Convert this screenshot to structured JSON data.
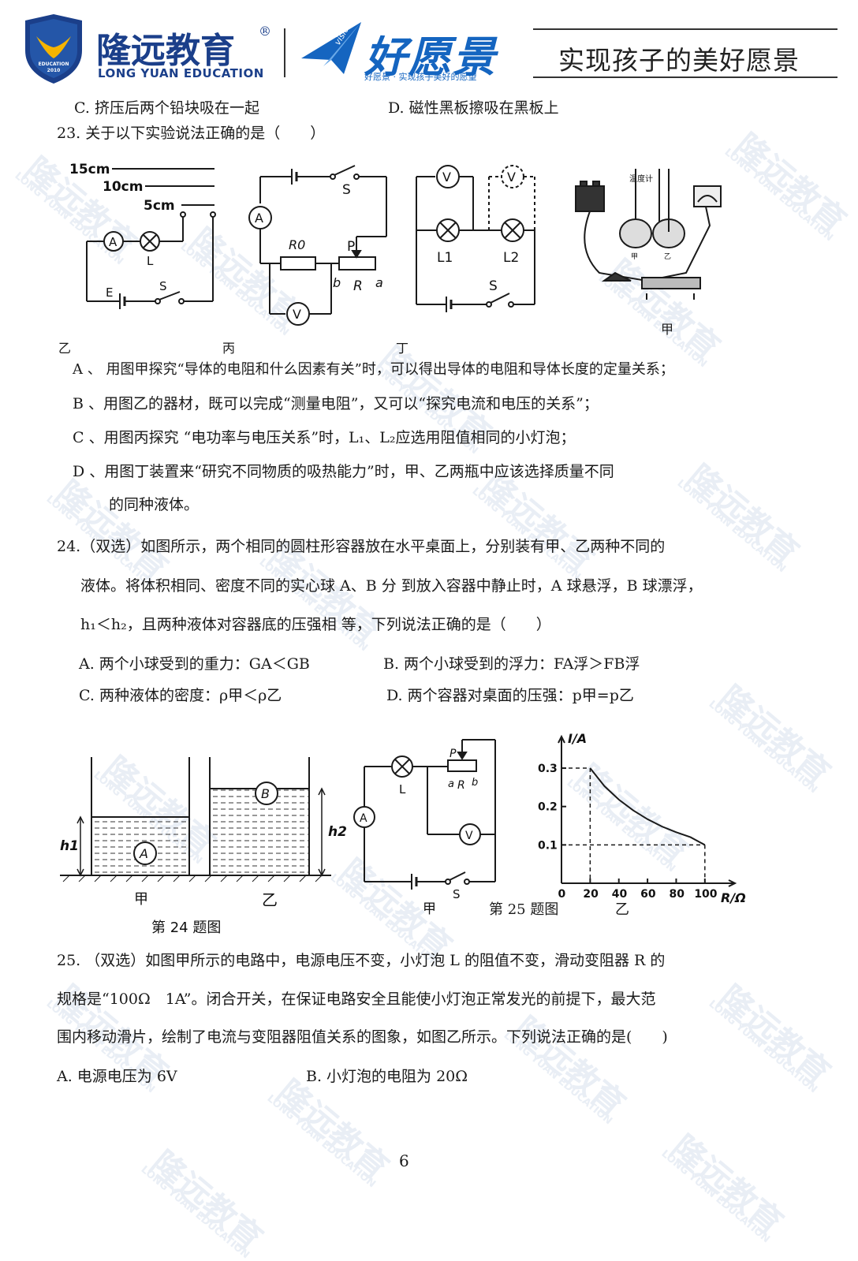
{
  "header": {
    "logo_badge_line1": "EDUCATION",
    "logo_badge_line2": "2010",
    "org_name_cn": "隆远教育",
    "registered_mark": "®",
    "org_name_en": "LONG YUAN EDUCATION",
    "brand_en": "vision",
    "brand_cn": "好愿景",
    "brand_tagline": "好愿景 · 实现孩子美好的愿望",
    "slogan": "实现孩子的美好愿景"
  },
  "q22_tail": {
    "option_c": "C. 挤压后两个铅块吸在一起",
    "option_d": "D. 磁性黑板擦吸在黑板上"
  },
  "q23": {
    "stem": "23. 关于以下实验说法正确的是（　　）",
    "fig_labels": {
      "len15": "15cm",
      "len10": "10cm",
      "len5": "5cm",
      "ammeter": "A",
      "lamp": "L",
      "battery": "E",
      "switch": "S",
      "r0": "R0",
      "p": "P",
      "b": "b",
      "r": "R",
      "a": "a",
      "voltmeter": "V",
      "l1": "L1",
      "l2": "L2",
      "thermometer": "温度计",
      "jia": "甲",
      "yi": "乙"
    },
    "captions": [
      "乙",
      "丙",
      "丁",
      "甲"
    ],
    "options": [
      "A 、 用图甲探究“导体的电阻和什么因素有关”时，可以得出导体的电阻和导体长度的定量关系；",
      "B 、用图乙的器材，既可以完成“测量电阻”，又可以“探究电流和电压的关系”；",
      "C 、用图丙探究 “电功率与电压关系”时，L₁、L₂应选用阻值相同的小灯泡；",
      "D 、用图丁装置来“研究不同物质的吸热能力”时，甲、乙两瓶中应该选择质量不同",
      "的同种液体。"
    ]
  },
  "q24": {
    "stem_lines": [
      "24.（双选）如图所示，两个相同的圆柱形容器放在水平桌面上，分别装有甲、乙两种不同的",
      "液体。将体积相同、密度不同的实心球 A、B 分 到放入容器中静止时，A 球悬浮，B 球漂浮，",
      "h₁＜h₂，且两种液体对容器底的压强相 等，下列说法正确的是（　　）"
    ],
    "options": [
      "A. 两个小球受到的重力：GA＜GB",
      "B. 两个小球受到的浮力：FA浮＞FB浮",
      "C. 两种液体的密度：ρ甲＜ρ乙",
      "D. 两个容器对桌面的压强：p甲=p乙"
    ],
    "fig": {
      "h1": "h1",
      "h2": "h2",
      "ball_a": "A",
      "ball_b": "B",
      "jia": "甲",
      "yi": "乙",
      "caption": "第 24 题图"
    }
  },
  "q25_fig": {
    "circuit_labels": {
      "p": "P",
      "a": "a",
      "r": "R",
      "b": "b",
      "lamp": "L",
      "ammeter": "A",
      "voltmeter": "V",
      "switch": "S",
      "jia": "甲"
    },
    "caption": "第 25 题图",
    "yi": "乙"
  },
  "chart_data": {
    "type": "line",
    "xlabel": "R/Ω",
    "ylabel": "I/A",
    "x_ticks": [
      "0",
      "20",
      "40",
      "60",
      "80",
      "100"
    ],
    "y_ticks": [
      "0.1",
      "0.2",
      "0.3"
    ],
    "xlim": [
      0,
      110
    ],
    "ylim": [
      0,
      0.37
    ],
    "series": [
      {
        "x": [
          20,
          30,
          40,
          50,
          60,
          70,
          80,
          90,
          100
        ],
        "y": [
          0.3,
          0.253,
          0.218,
          0.19,
          0.167,
          0.148,
          0.133,
          0.12,
          0.1
        ]
      }
    ],
    "dashed_guides": [
      {
        "x": 20,
        "y": 0.3
      },
      {
        "x": 100,
        "y": 0.1
      }
    ]
  },
  "q25": {
    "stem_lines": [
      "25. （双选）如图甲所示的电路中，电源电压不变，小灯泡 L 的阻值不变，滑动变阻器 R 的",
      "规格是“100Ω　1A”。闭合开关，在保证电路安全且能使小灯泡正常发光的前提下，最大范",
      "围内移动滑片，绘制了电流与变阻器阻值关系的图象，如图乙所示。下列说法正确的是(　　)"
    ],
    "option_a": "A. 电源电压为 6V",
    "option_b": "B. 小灯泡的电阻为 20Ω"
  },
  "page_number": "6",
  "watermark": "隆远教育",
  "watermark_en": "LONG YUAN EDUCATION"
}
